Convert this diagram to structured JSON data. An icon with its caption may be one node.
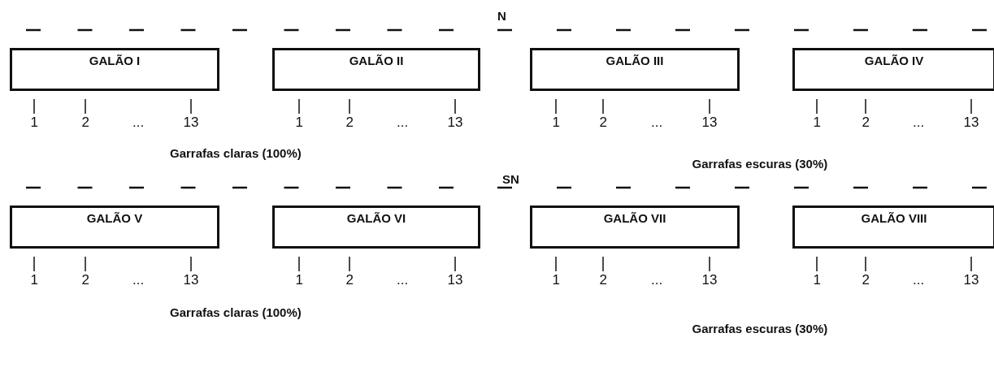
{
  "diagram": {
    "nodes": [
      {
        "text": [
          "GALÃO I"
        ]
      },
      {
        "text": [
          "GALÃO II"
        ]
      },
      {
        "text": [
          "GALÃO III"
        ]
      },
      {
        "text": [
          "GALÃO IV"
        ]
      },
      {
        "text": [
          "GALÃO V"
        ]
      },
      {
        "text": [
          "GALÃO VI"
        ]
      },
      {
        "text": [
          "GALÃO VII"
        ]
      },
      {
        "text": [
          "GALÃO VIII"
        ]
      }
    ],
    "edges": [],
    "labels": [
      "N",
      "1",
      "2",
      "...",
      "13",
      "1",
      "2",
      "...",
      "13",
      "1",
      "2",
      "...",
      "13",
      "1",
      "2",
      "...",
      "13",
      "Garrafas claras (100%)",
      "Garrafas escuras (30%)",
      "SN",
      "1",
      "2",
      "...",
      "13",
      "1",
      "2",
      "...",
      "13",
      "1",
      "2",
      "...",
      "13",
      "1",
      "2",
      "...",
      "13",
      "Garrafas claras (100%)",
      "Garrafas escuras (30%)"
    ]
  }
}
